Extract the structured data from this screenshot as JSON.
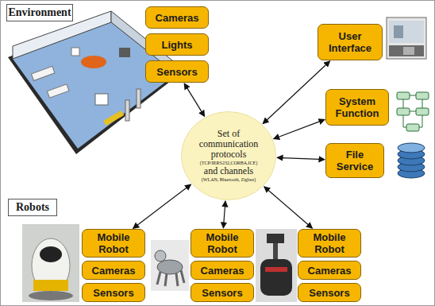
{
  "diagram": {
    "nodes": [
      {
        "text": [
          "Environment"
        ]
      },
      {
        "text": [
          "Cameras"
        ]
      },
      {
        "text": [
          "Lights"
        ]
      },
      {
        "text": [
          "Sensors"
        ]
      },
      {
        "text": [
          "Set of communication protocols",
          "(TCP/IP,RS232,CORBA,ICE)",
          "and channels",
          "(WLAN, Bluetooth, Zigbee)"
        ]
      },
      {
        "text": [
          "User Interface"
        ]
      },
      {
        "text": [
          "System Function"
        ]
      },
      {
        "text": [
          "File Service"
        ]
      },
      {
        "text": [
          "Robots"
        ]
      },
      {
        "text": [
          "Mobile Robot"
        ]
      },
      {
        "text": [
          "Cameras"
        ]
      },
      {
        "text": [
          "Sensors"
        ]
      },
      {
        "text": [
          "Mobile Robot"
        ]
      },
      {
        "text": [
          "Cameras"
        ]
      },
      {
        "text": [
          "Sensors"
        ]
      },
      {
        "text": [
          "Mobile Robot"
        ]
      },
      {
        "text": [
          "Cameras"
        ]
      },
      {
        "text": [
          "Sensors"
        ]
      }
    ],
    "edges": [
      {
        "from": 4,
        "to": 3,
        "arrow": "both"
      },
      {
        "from": 4,
        "to": 5,
        "arrow": "both"
      },
      {
        "from": 4,
        "to": 6,
        "arrow": "both"
      },
      {
        "from": 4,
        "to": 7,
        "arrow": "both"
      },
      {
        "from": 4,
        "to": 9,
        "arrow": "both"
      },
      {
        "from": 4,
        "to": 12,
        "arrow": "both"
      },
      {
        "from": 4,
        "to": 15,
        "arrow": "both"
      }
    ]
  }
}
